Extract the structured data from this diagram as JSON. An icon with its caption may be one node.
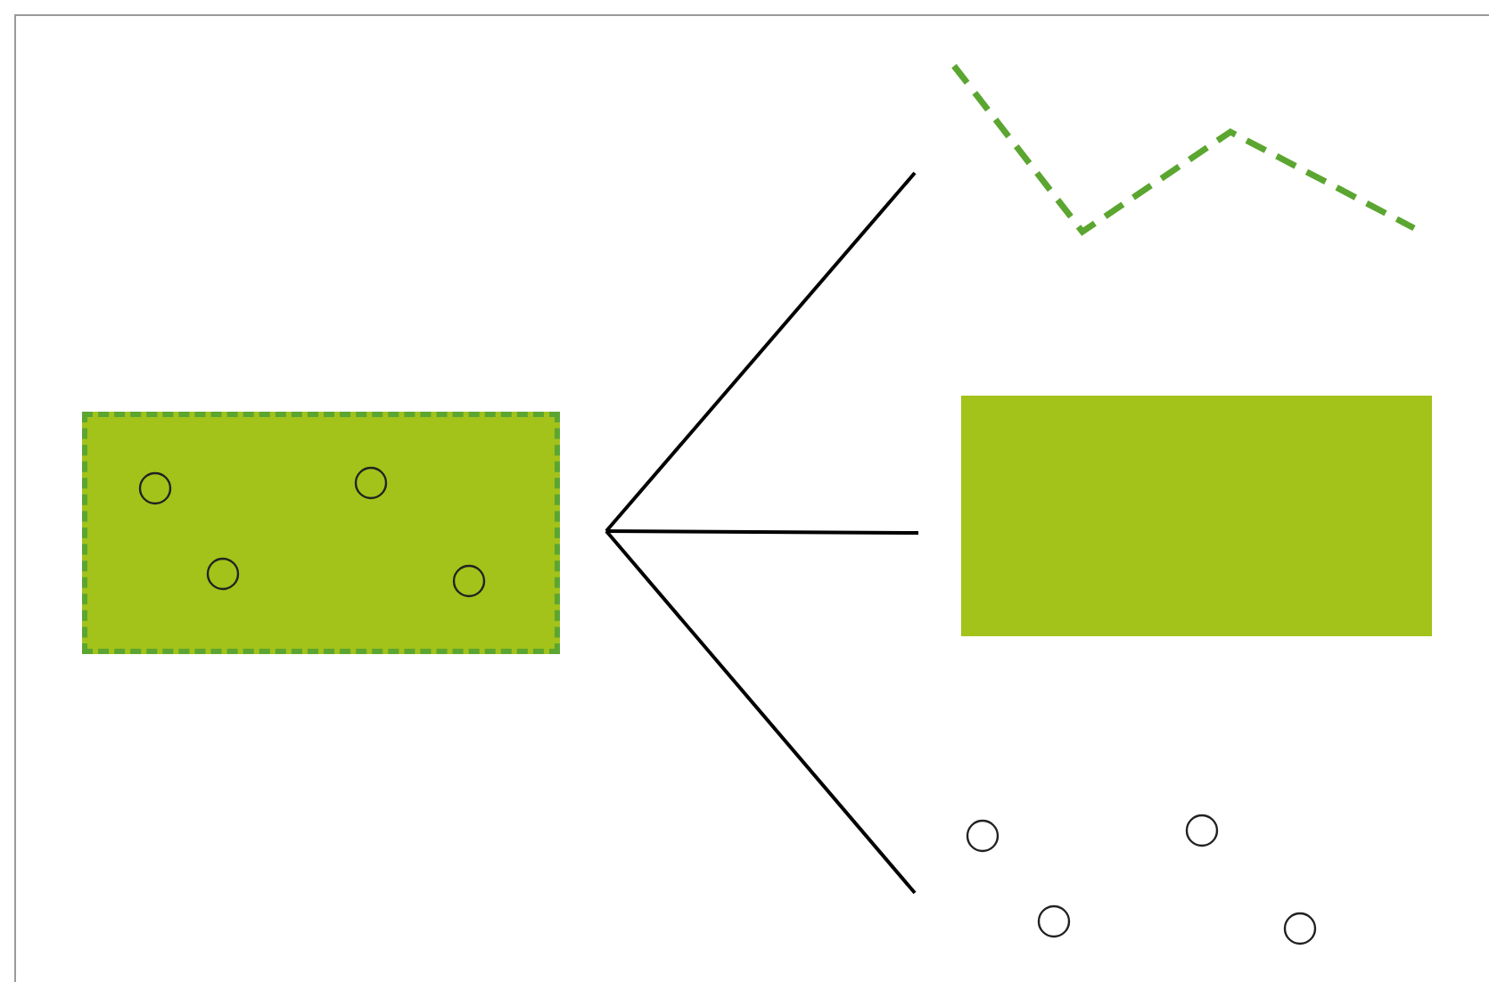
{
  "diagram": {
    "nodes": [
      {
        "text": [],
        "shape": "box"
      },
      {
        "text": [],
        "shape": "line"
      },
      {
        "text": [],
        "shape": "box"
      },
      {
        "text": [],
        "shape": "circles"
      }
    ],
    "edges": [
      {
        "from": 0,
        "to": 1,
        "arrow": "none"
      },
      {
        "from": 0,
        "to": 2,
        "arrow": "none"
      },
      {
        "from": 0,
        "to": 3,
        "arrow": "none"
      }
    ]
  }
}
